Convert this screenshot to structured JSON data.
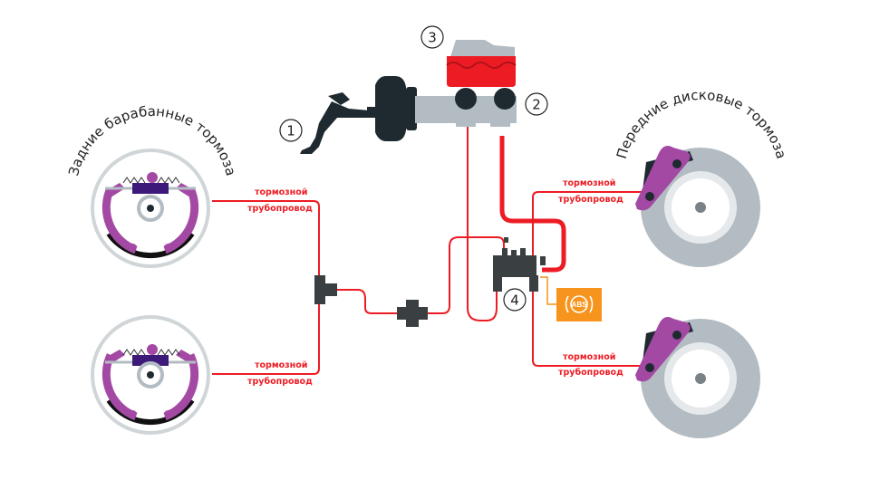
{
  "groups": {
    "rear_label": "Задние барабанные тормоза",
    "front_label": "Передние дисковые тормоза"
  },
  "callouts": [
    "1",
    "2",
    "3",
    "4"
  ],
  "pipe_label": {
    "line1": "тормозной",
    "line2": "трубопровод"
  },
  "abs_badge": {
    "text": "ABS",
    "color": "#f7941d"
  },
  "colors": {
    "brake_line": "#ed1c24",
    "caliper": "#a349a4",
    "drum_parts": "#3d1a7a",
    "metal": "#b3bcc2",
    "booster": "#1e2a30",
    "fluid": "#ed1c24"
  }
}
